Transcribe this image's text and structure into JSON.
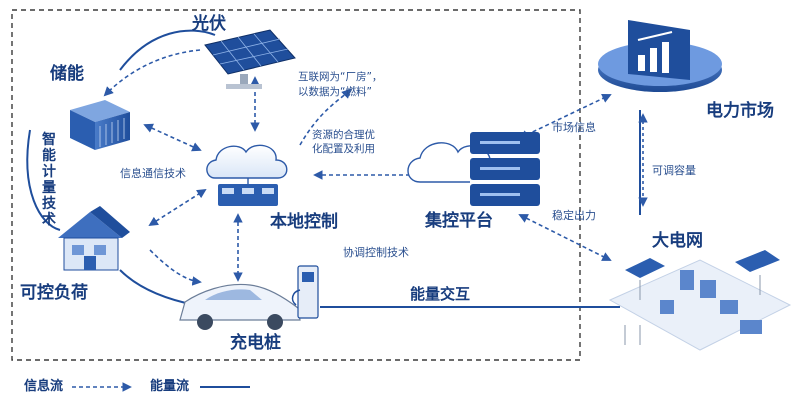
{
  "nodes": {
    "solar": "光伏",
    "storage": "储能",
    "smart_meter": "智能计量技术",
    "controllable_load": "可控负荷",
    "charging_pile": "充电桩",
    "local_control": "本地控制",
    "central_platform": "集控平台",
    "power_market": "电力市场",
    "grid": "大电网"
  },
  "annotations": {
    "internet_note_1": "互联网为“厂房”，",
    "internet_note_2": "以数据为“燃料”",
    "resource_note_1": "资源的合理优",
    "resource_note_2": "化配置及利用",
    "info_comm_tech": "信息通信技术",
    "coordinated_control_tech": "协调控制技术",
    "energy_interaction": "能量交互",
    "market_info": "市场信息",
    "adjustable_capacity": "可调容量",
    "stable_output": "稳定出力"
  },
  "legend": {
    "info_flow": "信息流",
    "energy_flow": "能量流"
  },
  "colors": {
    "primary": "#1f4e9c",
    "dashed_line": "#2d5aa8",
    "frame": "#3a3a3a",
    "text": "#183d7e"
  }
}
